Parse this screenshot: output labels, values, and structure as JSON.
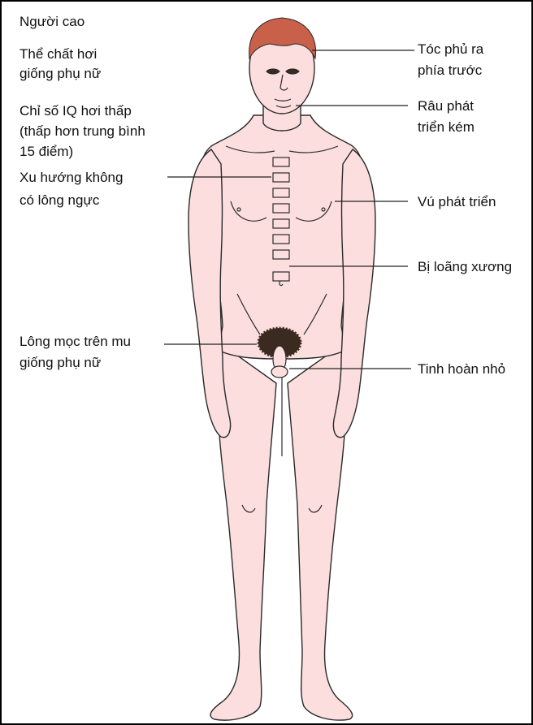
{
  "colors": {
    "skin": "#fcdede",
    "outline": "#2a2a2a",
    "hair": "#c8604a",
    "pubic_hair": "#3a2a20",
    "leader_line": "#222222",
    "background": "#ffffff"
  },
  "labels": {
    "tall": "Người cao",
    "feminine_build_1": "Thể chất hơi",
    "feminine_build_2": "giống phụ nữ",
    "iq_1": "Chỉ số IQ hơi thấp",
    "iq_2": "(thấp hơn trung bình",
    "iq_3": "15 điểm)",
    "chest_hair_1": "Xu hướng không",
    "chest_hair_2": "có lông ngực",
    "pubic_hair_1": "Lông mọc trên mu",
    "pubic_hair_2": "giống phụ nữ",
    "hair_1": "Tóc phủ ra",
    "hair_2": "phía trước",
    "beard_1": "Râu phát",
    "beard_2": "triển kém",
    "breasts": "Vú phát triển",
    "osteoporosis": "Bị loãng xương",
    "small_testes": "Tinh hoàn nhỏ"
  }
}
